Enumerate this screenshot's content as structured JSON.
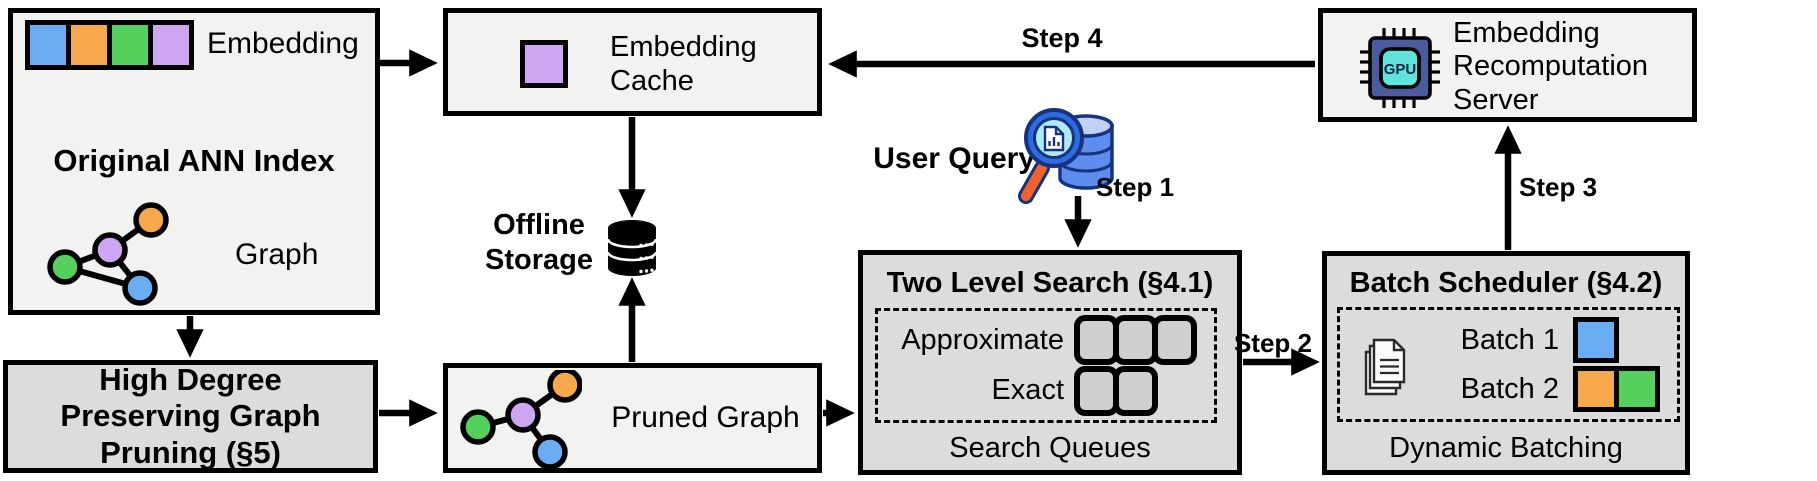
{
  "figure": {
    "original_ann_index": {
      "title": "Original ANN Index",
      "embedding_label": "Embedding",
      "graph_label": "Graph"
    },
    "graph_pruning": {
      "title": "High Degree Preserving Graph Pruning (§5)"
    },
    "embedding_cache": {
      "title": "Embedding Cache"
    },
    "offline_storage": {
      "title": "Offline Storage"
    },
    "pruned_graph": {
      "title": "Pruned Graph"
    },
    "user_query": {
      "title": "User Query"
    },
    "two_level_search": {
      "title": "Two Level Search (§4.1)",
      "approximate_label": "Approximate",
      "approximate_slots": 3,
      "exact_label": "Exact",
      "exact_slots": 2,
      "caption": "Search Queues"
    },
    "batch_scheduler": {
      "title": "Batch Scheduler (§4.2)",
      "batch1_label": "Batch 1",
      "batch2_label": "Batch 2",
      "caption": "Dynamic Batching"
    },
    "recomputation_server": {
      "title": "Embedding Recomputation Server",
      "gpu_label": "GPU"
    },
    "steps": {
      "step1": "Step 1",
      "step2": "Step 2",
      "step3": "Step 3",
      "step4": "Step 4"
    }
  },
  "colors": {
    "blue": "#6badf2",
    "orange": "#f7a74c",
    "green": "#55d05c",
    "purple": "#cda5f1",
    "box_light": "#f2f2f1",
    "box_shaded": "#dcdcdc",
    "slot_fill": "#cfcfcf"
  }
}
